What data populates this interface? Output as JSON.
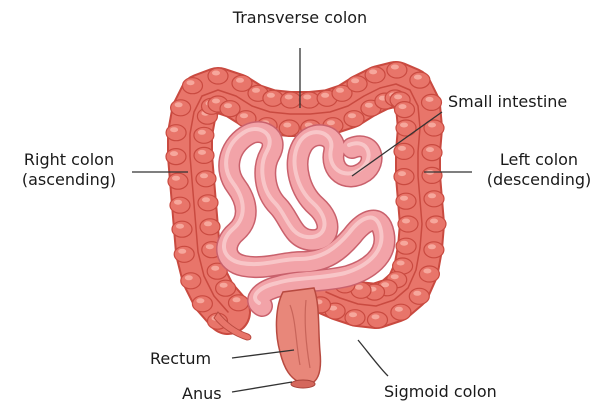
{
  "labels": {
    "transverse_colon": "Transverse colon",
    "small_intestine": "Small intestine",
    "right_colon_line1": "Right colon",
    "right_colon_line2": "(ascending)",
    "left_colon_line1": "Left colon",
    "left_colon_line2": "(descending)",
    "rectum": "Rectum",
    "anus": "Anus",
    "sigmoid_colon": "Sigmoid colon"
  },
  "colors": {
    "colon_fill": "#e8756a",
    "colon_stroke": "#c94a40",
    "colon_highlight": "#f6a79c",
    "intestine_fill": "#f2a3a8",
    "intestine_stroke": "#c9616c",
    "rectum_fill": "#e88c7e",
    "leader_line": "#333333"
  }
}
